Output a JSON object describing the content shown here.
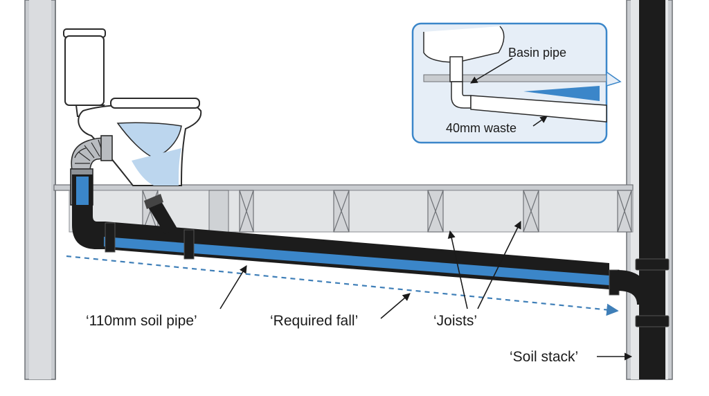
{
  "labels": {
    "soil_pipe": "‘110mm soil pipe’",
    "required_fall": "‘Required fall’",
    "joists": "‘Joists’",
    "soil_stack": "‘Soil stack’"
  },
  "inset": {
    "basin_pipe": "Basin pipe",
    "waste": "40mm waste"
  },
  "colors": {
    "pipe": "#1c1c1c",
    "water": "#3b86c9",
    "fall_line": "#3f7fb8",
    "wall": "#c9ccd0",
    "floor": "#d8dadd",
    "ceramic": "#ffffff",
    "water_light": "#bcd6ee",
    "inset_bg": "#e6eef7",
    "inset_border": "#3b86c9"
  }
}
